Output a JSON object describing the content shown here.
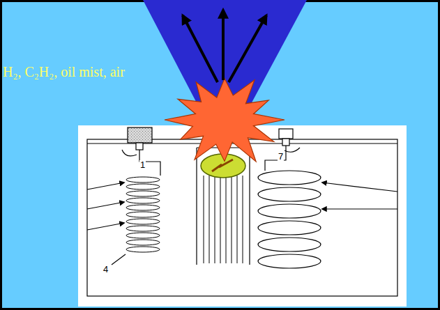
{
  "diagram": {
    "labels": [
      "H₂, C₂H₂, oil mist, air",
      "1",
      "7",
      "4"
    ]
  }
}
